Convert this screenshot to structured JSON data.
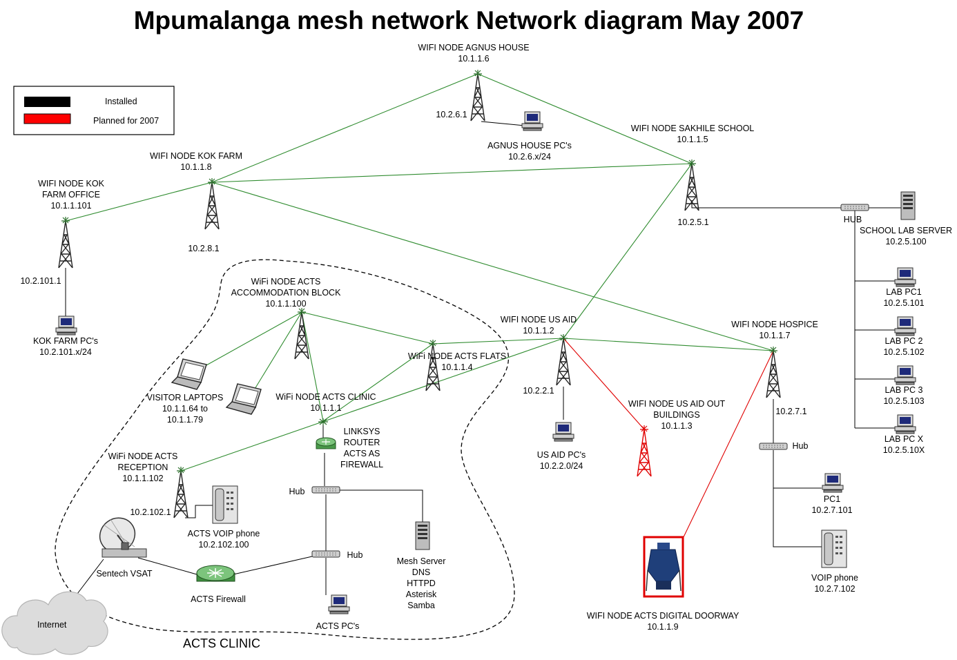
{
  "title": "Mpumalanga mesh network Network diagram May 2007",
  "colors": {
    "installed": "#000000",
    "planned": "#ff0000",
    "wifi_link": "#2e8b2e",
    "planned_link": "#e00000"
  },
  "legend": {
    "installed": "Installed",
    "planned": "Planned for 2007"
  },
  "zone_label": "ACTS CLINIC",
  "cloud": "Internet",
  "nodes": {
    "agnus": {
      "name": "WIFI NODE AGNUS HOUSE",
      "ip": "10.1.1.6",
      "sub": "10.2.6.1"
    },
    "sakhile": {
      "name": "WIFI NODE SAKHILE SCHOOL",
      "ip": "10.1.1.5",
      "sub": "10.2.5.1"
    },
    "kokfarm": {
      "name": "WIFI NODE KOK FARM",
      "ip": "10.1.1.8",
      "sub": "10.2.8.1"
    },
    "kokoffice": {
      "name1": "WIFI NODE KOK",
      "name2": "FARM OFFICE",
      "ip": "10.1.1.101",
      "sub": "10.2.101.1"
    },
    "accom": {
      "name1": "WiFi NODE ACTS",
      "name2": "ACCOMMODATION BLOCK",
      "ip": "10.1.1.100"
    },
    "flats": {
      "name": "WiFi NODE ACTS FLATS",
      "ip": "10.1.1.4"
    },
    "usaid": {
      "name": "WIFI NODE US AID",
      "ip": "10.1.1.2",
      "sub": "10.2.2.1"
    },
    "hospice": {
      "name": "WIFI NODE HOSPICE",
      "ip": "10.1.1.7",
      "sub": "10.2.7.1"
    },
    "clinic": {
      "name": "WiFi NODE ACTS CLINIC",
      "ip": "10.1.1.1"
    },
    "reception": {
      "name1": "WiFi NODE ACTS",
      "name2": "RECEPTION",
      "ip": "10.1.1.102",
      "sub": "10.2.102.1"
    },
    "usaidout": {
      "name1": "WIFI NODE US AID OUT",
      "name2": "BUILDINGS",
      "ip": "10.1.1.3"
    },
    "doorway": {
      "name": "WIFI NODE ACTS DIGITAL DOORWAY",
      "ip": "10.1.1.9"
    }
  },
  "devices": {
    "agnus_pcs": {
      "name": "AGNUS HOUSE PC's",
      "ip": "10.2.6.x/24"
    },
    "school_hub": "HUB",
    "school_server": {
      "name": "SCHOOL LAB SERVER",
      "ip": "10.2.5.100"
    },
    "lab_pcs": [
      {
        "name": "LAB PC1",
        "ip": "10.2.5.101"
      },
      {
        "name": "LAB PC 2",
        "ip": "10.2.5.102"
      },
      {
        "name": "LAB PC 3",
        "ip": "10.2.5.103"
      },
      {
        "name": "LAB PC X",
        "ip": "10.2.5.10X"
      }
    ],
    "kok_pcs": {
      "name": "KOK FARM PC's",
      "ip": "10.2.101.x/24"
    },
    "visitor": {
      "name": "VISITOR LAPTOPS",
      "ip1": "10.1.1.64 to",
      "ip2": "10.1.1.79"
    },
    "router": [
      "LINKSYS",
      "ROUTER",
      "ACTS AS",
      "FIREWALL"
    ],
    "clinic_hub1": "Hub",
    "clinic_hub2": "Hub",
    "mesh_server": [
      "Mesh Server",
      "DNS",
      "HTTPD",
      "Asterisk",
      "Samba"
    ],
    "acts_pcs": "ACTS PC's",
    "voip_acts": {
      "name": "ACTS VOIP phone",
      "ip": "10.2.102.100"
    },
    "vsat": "Sentech VSAT",
    "firewall": "ACTS Firewall",
    "usaid_pcs": {
      "name": "US AID PC's",
      "ip": "10.2.2.0/24"
    },
    "hospice_hub": "Hub",
    "hospice_pc1": {
      "name": "PC1",
      "ip": "10.2.7.101"
    },
    "hospice_voip": {
      "name": "VOIP phone",
      "ip": "10.2.7.102"
    }
  }
}
